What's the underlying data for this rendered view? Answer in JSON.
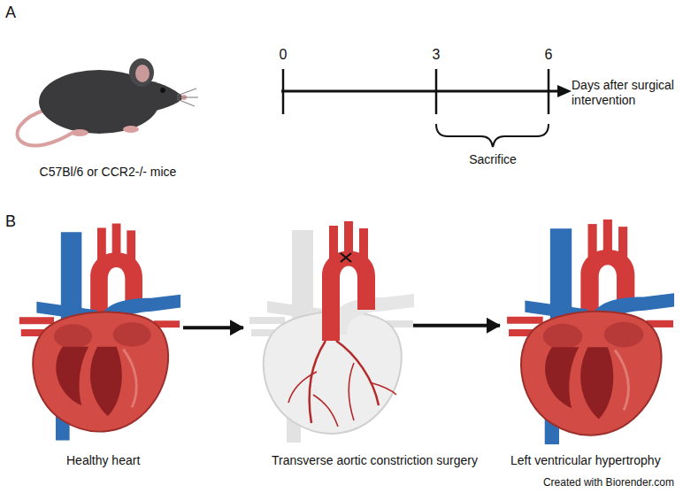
{
  "diagram": {
    "nodes": [
      {
        "text": [
          "Healthy heart"
        ]
      },
      {
        "text": [
          "Transverse aortic constriction surgery"
        ]
      },
      {
        "text": [
          "Left ventricular hypertrophy"
        ]
      }
    ],
    "edges": [
      {
        "from": 0,
        "to": 1,
        "arrow": "to"
      },
      {
        "from": 1,
        "to": 2,
        "arrow": "to"
      }
    ],
    "labels": [
      "A",
      "C57Bl/6 or CCR2-/- mice",
      "0",
      "3",
      "6",
      "Days after surgical intervention",
      "Sacrifice",
      "B",
      "Created with Biorender.com"
    ]
  }
}
